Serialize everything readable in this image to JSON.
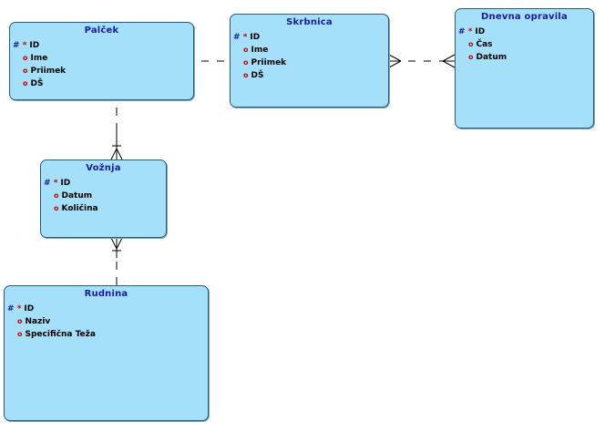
{
  "entities": [
    {
      "id": "palcek",
      "name": "Palček",
      "attributes": [
        {
          "kind": "pk",
          "label": "ID"
        },
        {
          "kind": "optional",
          "label": "Ime"
        },
        {
          "kind": "optional",
          "label": "Priimek"
        },
        {
          "kind": "optional",
          "label": "DŠ"
        }
      ]
    },
    {
      "id": "skrbnica",
      "name": "Skrbnica",
      "attributes": [
        {
          "kind": "pk",
          "label": "ID"
        },
        {
          "kind": "optional",
          "label": "Ime"
        },
        {
          "kind": "optional",
          "label": "Priimek"
        },
        {
          "kind": "optional",
          "label": "DŠ"
        }
      ]
    },
    {
      "id": "dnevna-opravila",
      "name": "Dnevna opravila",
      "attributes": [
        {
          "kind": "pk",
          "label": "ID"
        },
        {
          "kind": "optional",
          "label": "Čas"
        },
        {
          "kind": "optional",
          "label": "Datum"
        }
      ]
    },
    {
      "id": "voznja",
      "name": "Vožnja",
      "attributes": [
        {
          "kind": "pk",
          "label": "ID"
        },
        {
          "kind": "optional",
          "label": "Datum"
        },
        {
          "kind": "optional",
          "label": "Količina"
        }
      ]
    },
    {
      "id": "rudnina",
      "name": "Rudnina",
      "attributes": [
        {
          "kind": "pk",
          "label": "ID"
        },
        {
          "kind": "optional",
          "label": "Naziv"
        },
        {
          "kind": "optional",
          "label": "Specifična Teža"
        }
      ]
    }
  ],
  "markers": {
    "pk_hash": "#",
    "pk_star": "*",
    "optional": "o"
  },
  "relationships": [
    {
      "from": "palcek",
      "to": "skrbnica",
      "from_end": "one-optional",
      "to_end": "one-optional"
    },
    {
      "from": "skrbnica",
      "to": "dnevna-opravila",
      "from_end": "many-optional",
      "to_end": "many-optional"
    },
    {
      "from": "palcek",
      "to": "voznja",
      "from_end": "one-optional",
      "to_end": "many-mandatory"
    },
    {
      "from": "voznja",
      "to": "rudnina",
      "from_end": "many-mandatory",
      "to_end": "one-optional"
    }
  ],
  "colors": {
    "entity_fill": "#a5e0fb",
    "entity_border": "#2f5b7a",
    "title_text": "#1a1aa6",
    "marker_red": "#cc0000",
    "line": "#000000"
  }
}
